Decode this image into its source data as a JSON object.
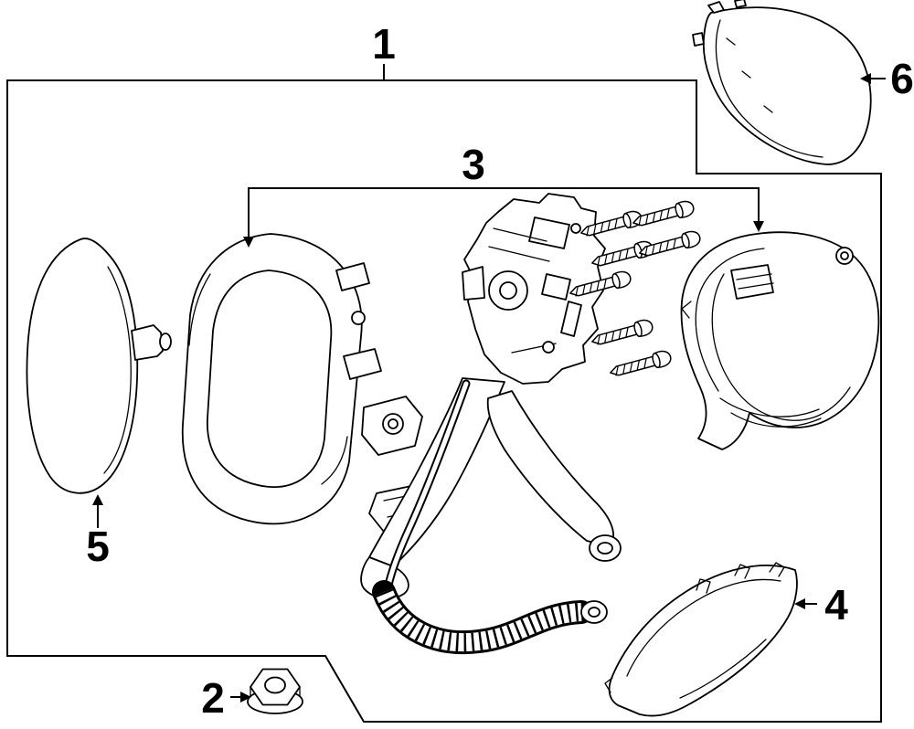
{
  "diagram": {
    "colors": {
      "background": "#ffffff",
      "line": "#000000"
    },
    "callouts": [
      {
        "label": "1"
      },
      {
        "label": "2"
      },
      {
        "label": "3"
      },
      {
        "label": "4"
      },
      {
        "label": "5"
      },
      {
        "label": "6"
      }
    ]
  }
}
